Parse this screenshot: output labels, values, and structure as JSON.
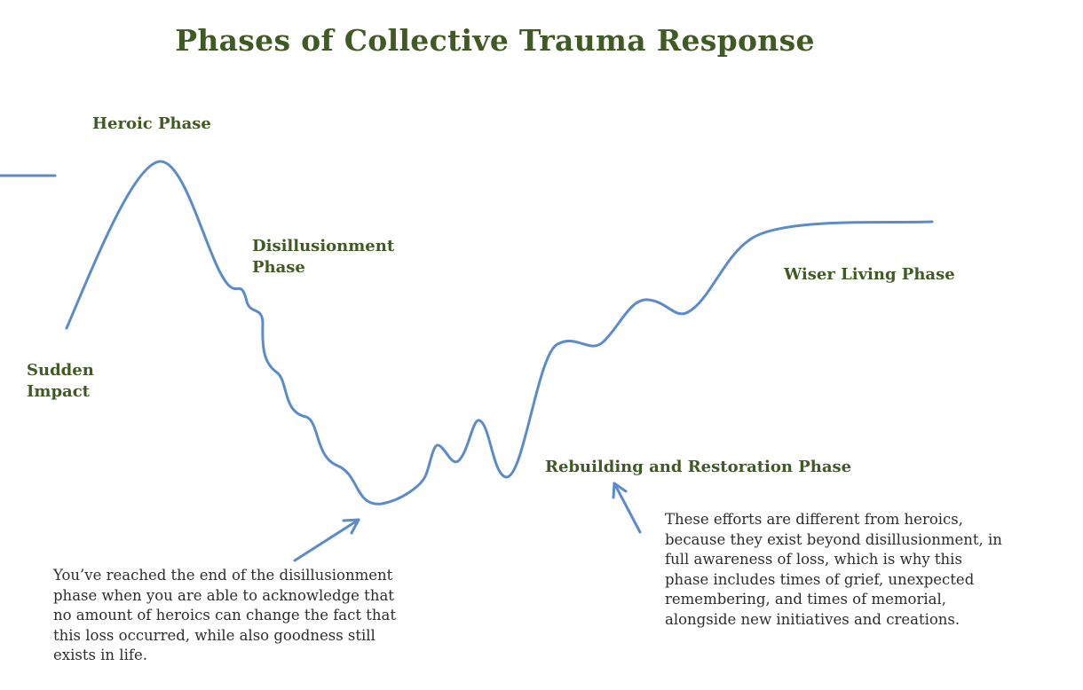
{
  "title": "Phases of Collective Trauma Response",
  "phases": {
    "heroic": "Heroic Phase",
    "disillusionment": "Disillusionment\nPhase",
    "sudden_impact": "Sudden\nImpact",
    "wiser_living": "Wiser Living Phase",
    "rebuilding": "Rebuilding and Restoration Phase"
  },
  "notes": {
    "disillusionment_end": "You’ve reached the end of the disillusionment\nphase when you are able to acknowledge that\nno amount of heroics can change the fact that\nthis loss occurred, while also goodness still\nexists in life.",
    "rebuilding_efforts": "These efforts are different from heroics,\nbecause they exist beyond disillusionment, in\nfull awareness of loss, which is why this\nphase includes times of grief, unexpected\nremembering, and times of memorial,\nalongside new initiatives and creations."
  },
  "colors": {
    "curve": "#5b8cc9",
    "heading": "#3f5a23",
    "body_text": "#2d2d2d"
  }
}
